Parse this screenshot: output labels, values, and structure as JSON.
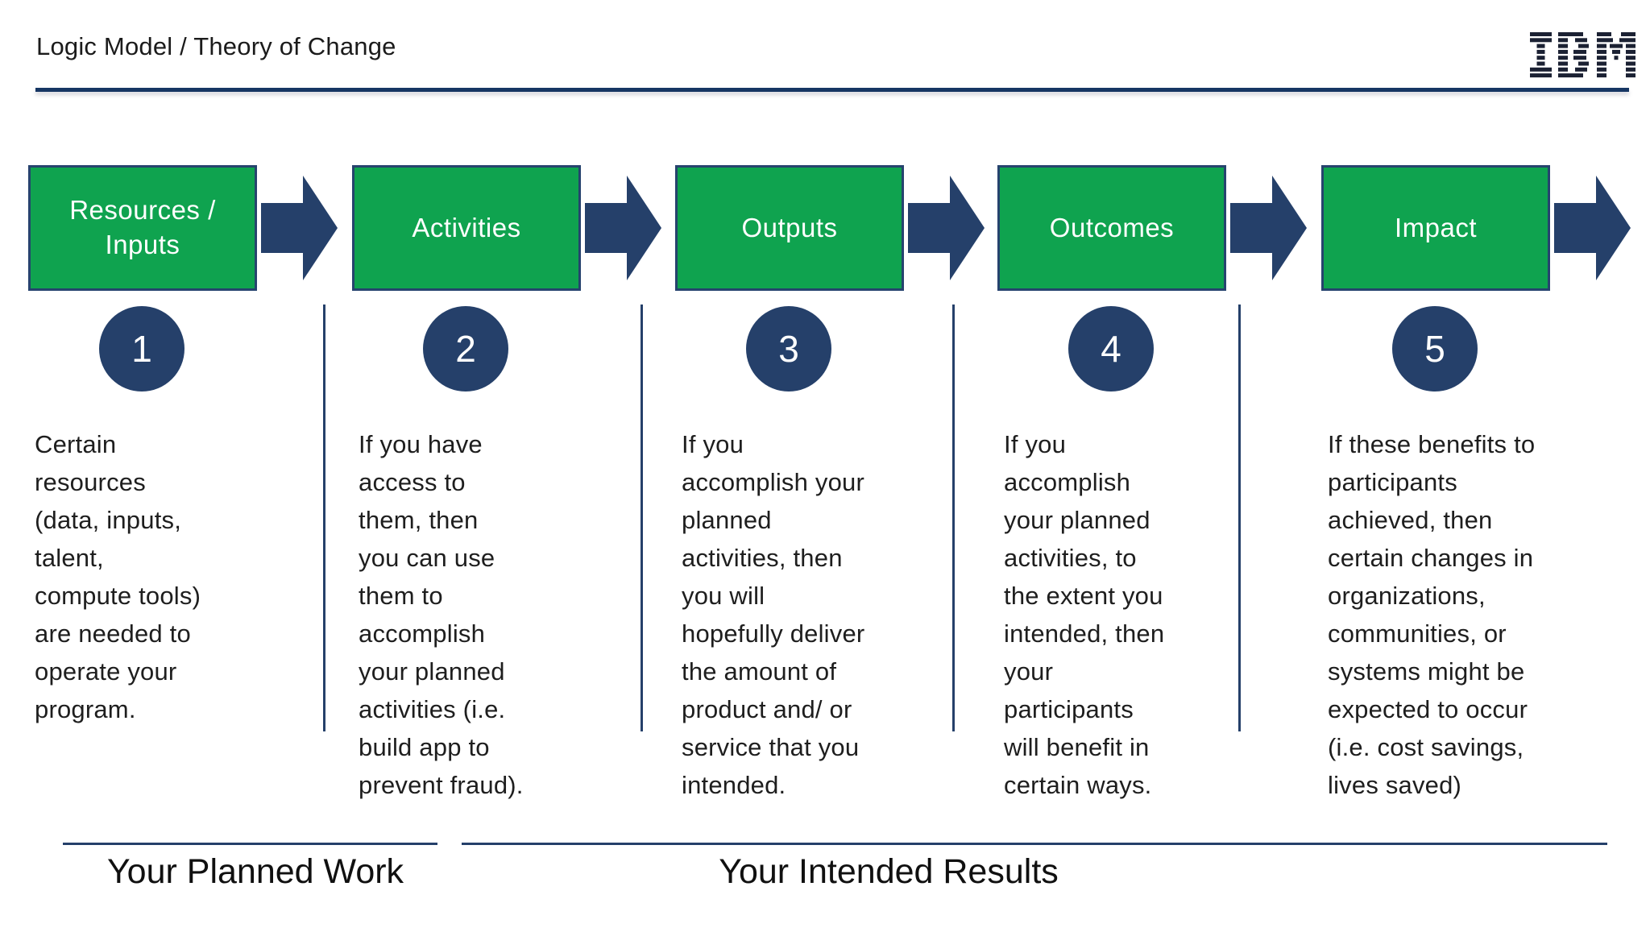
{
  "header": {
    "title": "Logic Model / Theory of Change",
    "logo_text": "IBM"
  },
  "stages": [
    {
      "number": "1",
      "box_label": "Resources /\nInputs",
      "description": "Certain\nresources\n(data, inputs,\ntalent,\ncompute tools)\nare needed to\noperate your\nprogram."
    },
    {
      "number": "2",
      "box_label": "Activities",
      "description": "If you have\naccess to\nthem, then\nyou can use\nthem to\naccomplish\nyour planned\nactivities (i.e.\nbuild app to\nprevent fraud)."
    },
    {
      "number": "3",
      "box_label": "Outputs",
      "description": "If you\naccomplish your\nplanned\nactivities, then\nyou will\nhopefully deliver\nthe amount of\nproduct and/ or\nservice that you\nintended."
    },
    {
      "number": "4",
      "box_label": "Outcomes",
      "description": "If you\naccomplish\nyour planned\nactivities, to\nthe extent you\nintended, then\nyour\nparticipants\nwill benefit in\ncertain ways."
    },
    {
      "number": "5",
      "box_label": "Impact",
      "description": "If these benefits to\nparticipants\nachieved, then\ncertain changes in\norganizations,\ncommunities, or\nsystems might be\nexpected to occur\n(i.e. cost savings,\nlives saved)"
    }
  ],
  "footer": {
    "left_label": "Your Planned Work",
    "right_label": "Your Intended Results"
  },
  "colors": {
    "green": "#0FA34F",
    "navy": "#25406A",
    "rule": "#163663"
  }
}
